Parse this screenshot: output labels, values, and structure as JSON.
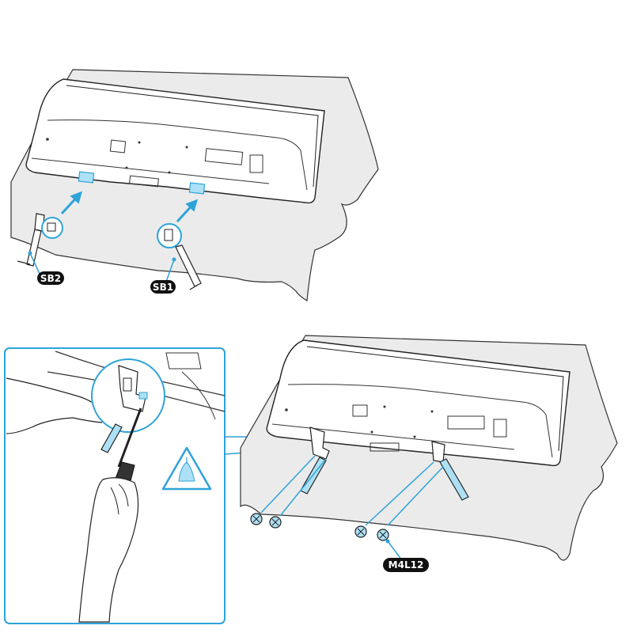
{
  "labels": {
    "sb2": "SB2",
    "sb1": "SB1",
    "screw": "M4L12"
  },
  "colors": {
    "accent": "#2ea3d8",
    "accent_fill": "#aee0f5",
    "cloth": "#ebebeb",
    "tv_back": "#ffffff",
    "line": "#222222",
    "label_bg": "#111111"
  },
  "icons": {
    "caution": "pinch-hand-warning-icon"
  }
}
